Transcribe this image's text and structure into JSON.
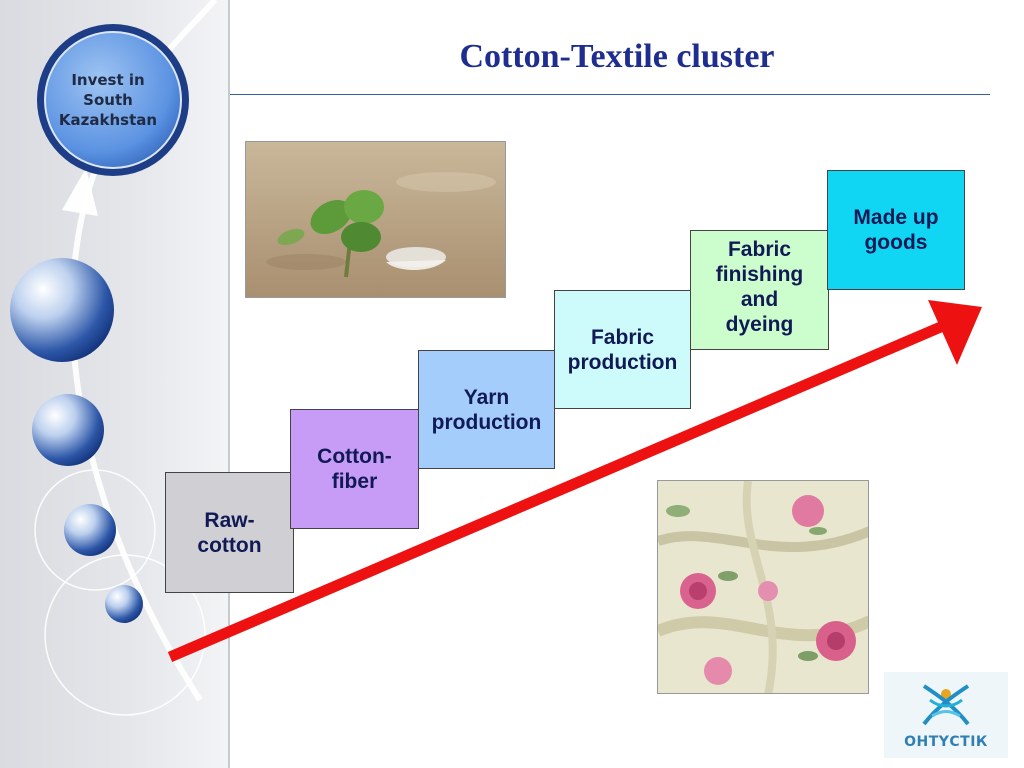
{
  "slide": {
    "title": "Cotton-Textile cluster",
    "badge": {
      "line1": "Invest in",
      "line2": "South",
      "line3": "Kazakhstan"
    },
    "logo": {
      "text": "ОНТҮСТІК"
    }
  },
  "steps": [
    {
      "label": "Raw-\ncotton",
      "color": "#d0d0d4"
    },
    {
      "label": "Cotton-\nfiber",
      "color": "#c79cf7"
    },
    {
      "label": "Yarn\nproduction",
      "color": "#a4cdfb"
    },
    {
      "label": "Fabric\nproduction",
      "color": "#cdfbfb"
    },
    {
      "label": "Fabric\nfinishing\nand\ndyeing",
      "color": "#ccfdcc"
    },
    {
      "label": "Made up\ngoods",
      "color": "#10d6f4"
    }
  ],
  "colors": {
    "arrow": "#ee1111",
    "title": "#1f2d8f",
    "rule": "#3b5ea8"
  }
}
